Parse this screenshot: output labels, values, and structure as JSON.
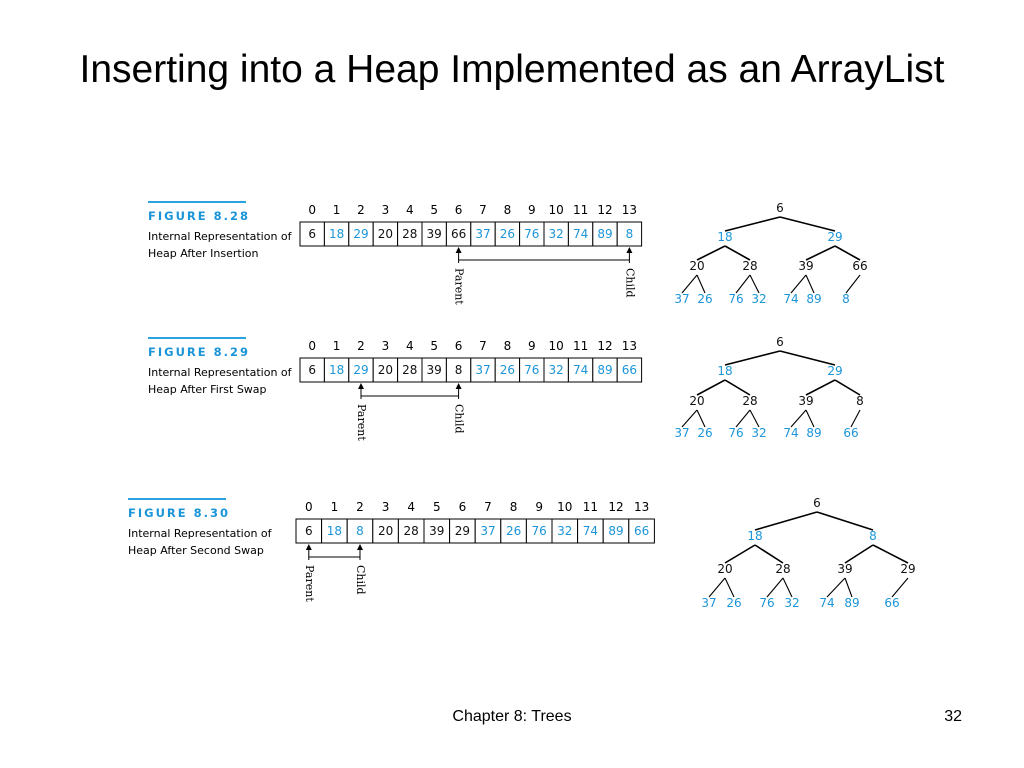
{
  "title": "Inserting into a Heap Implemented as an ArrayList",
  "colors": {
    "highlight": "#1b95d8",
    "plain": "#111111",
    "rule": "#2aa3de"
  },
  "figures": [
    {
      "label": "FIGURE 8.28",
      "caption": "Internal Representation of Heap After Insertion",
      "indices": [
        "0",
        "1",
        "2",
        "3",
        "4",
        "5",
        "6",
        "7",
        "8",
        "9",
        "10",
        "11",
        "12",
        "13"
      ],
      "values": [
        "6",
        "18",
        "29",
        "20",
        "28",
        "39",
        "66",
        "37",
        "26",
        "76",
        "32",
        "74",
        "89",
        "8"
      ],
      "blue_indices": [
        1,
        2,
        7,
        8,
        9,
        10,
        11,
        12,
        13
      ],
      "pointers": [
        {
          "at": 6,
          "label": "Parent"
        },
        {
          "at": 13,
          "label": "Child"
        }
      ],
      "tree": {
        "root": "6",
        "level1": [
          "18",
          "29"
        ],
        "level2": [
          "20",
          "28",
          "39",
          "66"
        ],
        "level3": [
          "37",
          "26",
          "76",
          "32",
          "74",
          "89",
          "8"
        ]
      }
    },
    {
      "label": "FIGURE 8.29",
      "caption": "Internal Representation of Heap After First Swap",
      "indices": [
        "0",
        "1",
        "2",
        "3",
        "4",
        "5",
        "6",
        "7",
        "8",
        "9",
        "10",
        "11",
        "12",
        "13"
      ],
      "values": [
        "6",
        "18",
        "29",
        "20",
        "28",
        "39",
        "8",
        "37",
        "26",
        "76",
        "32",
        "74",
        "89",
        "66"
      ],
      "blue_indices": [
        1,
        2,
        7,
        8,
        9,
        10,
        11,
        12,
        13
      ],
      "pointers": [
        {
          "at": 2,
          "label": "Parent"
        },
        {
          "at": 6,
          "label": "Child"
        }
      ],
      "tree": {
        "root": "6",
        "level1": [
          "18",
          "29"
        ],
        "level2": [
          "20",
          "28",
          "39",
          "8"
        ],
        "level3": [
          "37",
          "26",
          "76",
          "32",
          "74",
          "89",
          "66"
        ]
      }
    },
    {
      "label": "FIGURE 8.30",
      "caption": "Internal Representation of Heap After Second Swap",
      "indices": [
        "0",
        "1",
        "2",
        "3",
        "4",
        "5",
        "6",
        "7",
        "8",
        "9",
        "10",
        "11",
        "12",
        "13"
      ],
      "values": [
        "6",
        "18",
        "8",
        "20",
        "28",
        "39",
        "29",
        "37",
        "26",
        "76",
        "32",
        "74",
        "89",
        "66"
      ],
      "blue_indices": [
        1,
        2,
        7,
        8,
        9,
        10,
        11,
        12,
        13
      ],
      "pointers": [
        {
          "at": 0,
          "label": "Parent"
        },
        {
          "at": 2,
          "label": "Child"
        }
      ],
      "tree": {
        "root": "6",
        "level1": [
          "18",
          "8"
        ],
        "level2": [
          "20",
          "28",
          "39",
          "29"
        ],
        "level3": [
          "37",
          "26",
          "76",
          "32",
          "74",
          "89",
          "66"
        ]
      }
    }
  ],
  "footer": {
    "chapter": "Chapter 8: Trees",
    "page": "32"
  }
}
